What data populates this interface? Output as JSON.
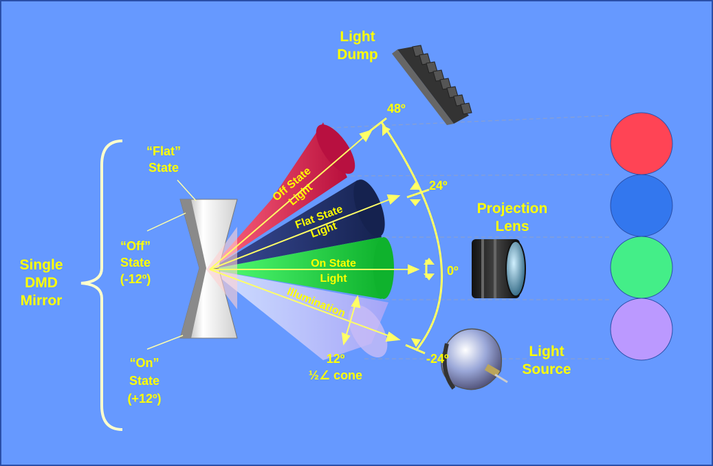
{
  "labels": {
    "single_dmd_mirror": [
      "Single",
      "DMD",
      "Mirror"
    ],
    "flat_state": [
      "“Flat”",
      "State"
    ],
    "off_state": [
      "“Off”",
      "State",
      "(-12º)"
    ],
    "on_state": [
      "“On”",
      "State",
      "(+12º)"
    ],
    "light_dump": [
      "Light",
      "Dump"
    ],
    "projection_lens": [
      "Projection",
      "Lens"
    ],
    "light_source": [
      "Light",
      "Source"
    ],
    "half_cone": [
      "12º",
      "½∠ cone"
    ]
  },
  "beams": {
    "off_state": [
      "Off State",
      "Light"
    ],
    "flat_state": [
      "Flat State",
      "Light"
    ],
    "on_state": [
      "On State",
      "Light"
    ],
    "illumination": "Illumination"
  },
  "angles": {
    "a48": "48º",
    "a24": "24º",
    "a0": "0º",
    "am24": "-24º"
  },
  "colors": {
    "background": "#6699ff",
    "label": "#ffff00",
    "off_beam": "#cc1144",
    "flat_beam": "#1a2a66",
    "on_beam": "#11cc33",
    "illum_beam": "#aa99ee",
    "circle_red": "#ff4455",
    "circle_blue": "#3377ee",
    "circle_green": "#44ee88",
    "circle_violet": "#bb99ff"
  },
  "icons": {
    "light_dump": "heat-sink-icon",
    "projection_lens": "lens-icon",
    "light_source": "lamp-reflector-icon"
  }
}
